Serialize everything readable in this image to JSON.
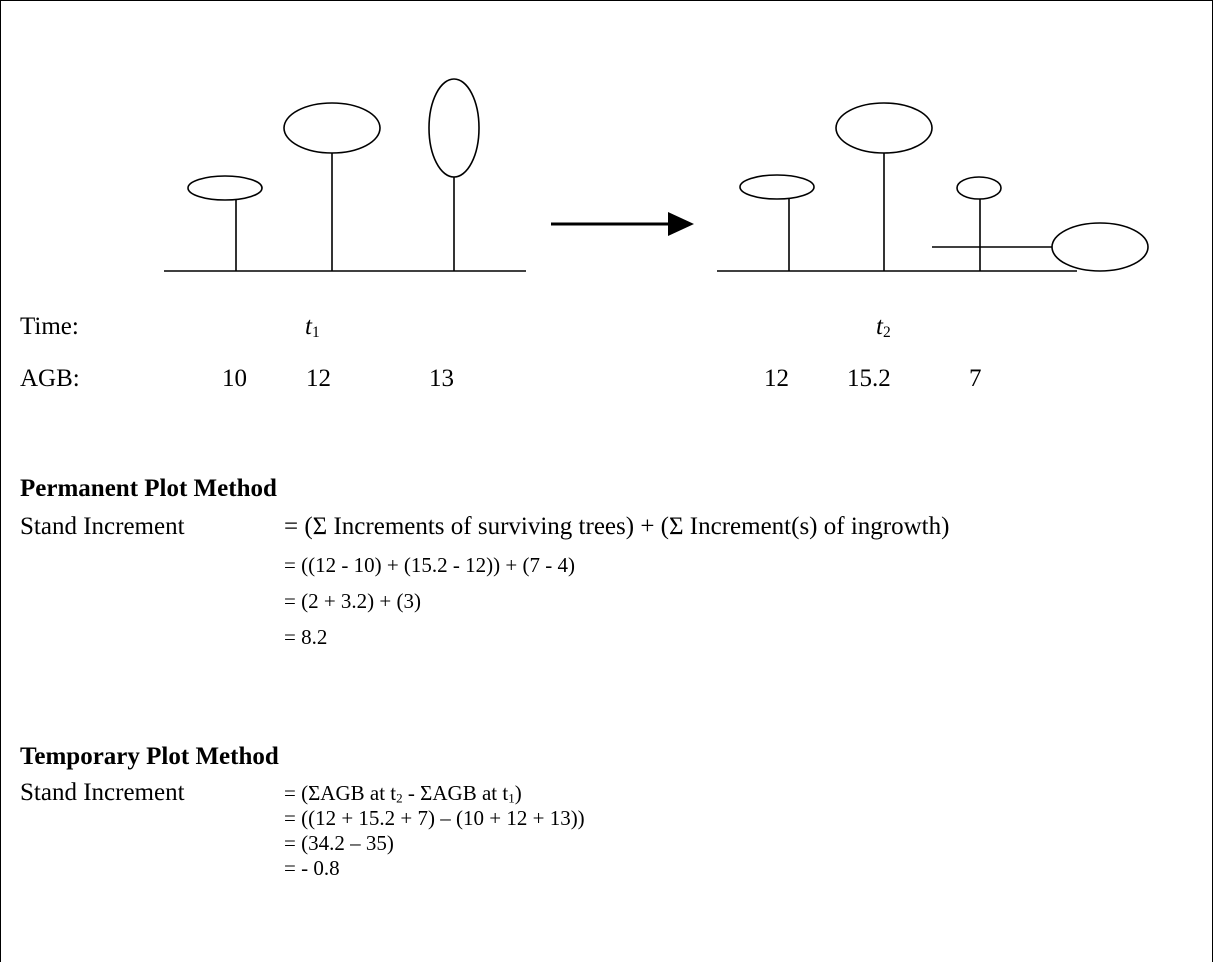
{
  "labels": {
    "time": "Time:",
    "agb": "AGB:",
    "t1": "t",
    "t1_sub": "1",
    "t2": "t",
    "t2_sub": "2"
  },
  "agb_t1": [
    "10",
    "12",
    "13"
  ],
  "agb_t2": [
    "12",
    "15.2",
    "7"
  ],
  "permanent": {
    "heading": "Permanent Plot Method",
    "label": "Stand Increment",
    "lines": [
      "= (Σ Increments of surviving trees) + (Σ Increment(s) of ingrowth)",
      "= ((12 - 10) + (15.2 - 12)) + (7 - 4)",
      "= (2 + 3.2) + (3)",
      "= 8.2"
    ]
  },
  "temporary": {
    "heading": "Temporary Plot Method",
    "label": "Stand Increment",
    "line1_a": "= (ΣAGB at t",
    "line1_s1": "2",
    "line1_b": " - ΣAGB at t",
    "line1_s2": "1",
    "line1_c": ")",
    "lines": [
      "= ((12 + 15.2 + 7) – (10 + 12 + 13))",
      "= (34.2 – 35)",
      "= - 0.8"
    ]
  }
}
